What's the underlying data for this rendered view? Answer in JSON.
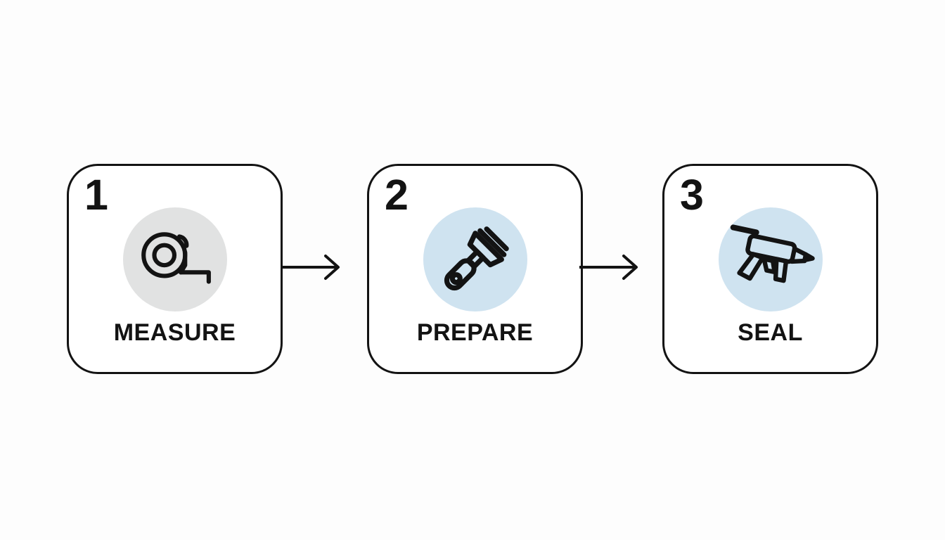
{
  "diagram": {
    "title": "three-step-process",
    "steps": [
      {
        "number": "1",
        "label": "MEASURE",
        "icon": "tape-measure-icon",
        "circle_color": "#e1e2e2"
      },
      {
        "number": "2",
        "label": "PREPARE",
        "icon": "scraper-icon",
        "circle_color": "#cfe3f0"
      },
      {
        "number": "3",
        "label": "SEAL",
        "icon": "caulk-gun-icon",
        "circle_color": "#cfe3f0"
      }
    ],
    "colors": {
      "page_background": "#fdfdfd",
      "card_background": "#ffffff",
      "card_border": "#131313",
      "text": "#131313",
      "arrow": "#131313",
      "circle_gray": "#e1e2e2",
      "circle_blue": "#cfe3f0"
    }
  }
}
